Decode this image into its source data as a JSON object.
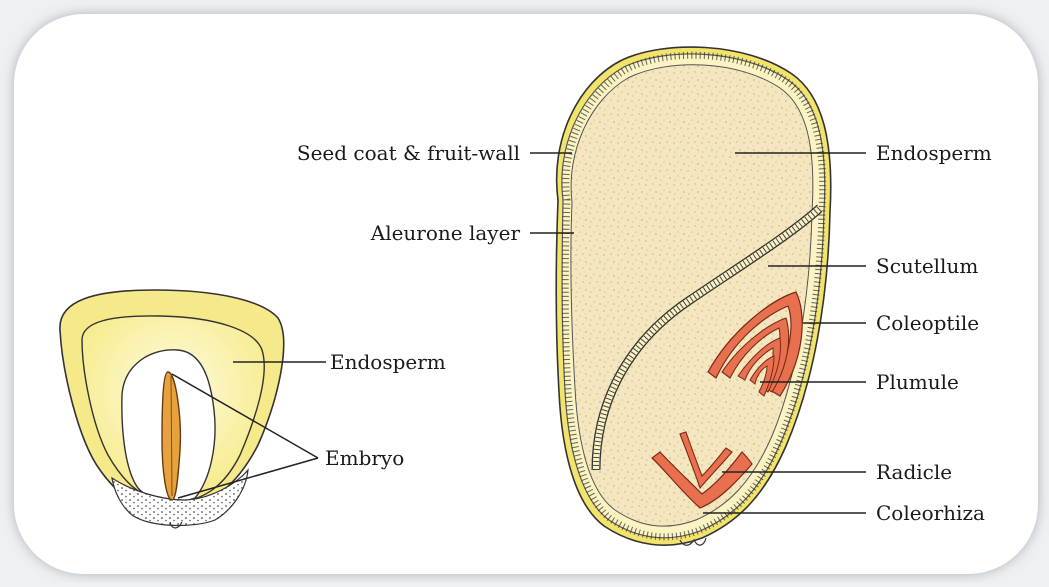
{
  "labels": {
    "seed_coat": "Seed coat & fruit-wall",
    "aleurone": "Aleurone layer",
    "endosperm_left": "Endosperm",
    "embryo": "Embryo",
    "endosperm_right": "Endosperm",
    "scutellum": "Scutellum",
    "coleoptile": "Coleoptile",
    "plumule": "Plumule",
    "radicle": "Radicle",
    "coleorhiza": "Coleorhiza"
  },
  "colors": {
    "card_background": "#ffffff",
    "page_background": "#eef0f2",
    "endosperm_speckled": "#f3e3b8",
    "seed_coat": "#f2e36a",
    "embryo_tissue": "#e8704f",
    "embryo_left": "#e6a23c",
    "outline": "#333333"
  }
}
